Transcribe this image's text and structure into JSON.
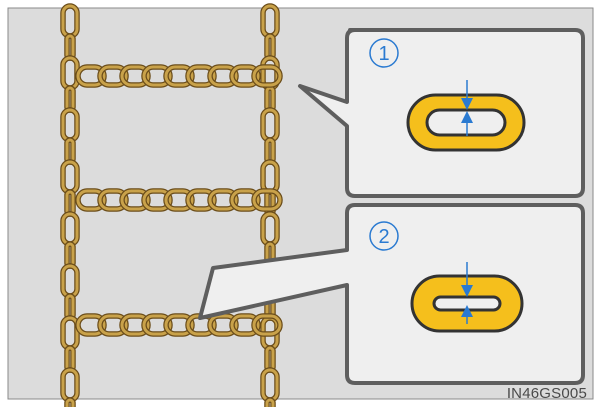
{
  "figure": {
    "code": "IN46GS005",
    "callouts": [
      {
        "number": "1"
      },
      {
        "number": "2"
      }
    ]
  },
  "colors": {
    "background": "#dcdcdc",
    "chain_light": "#c9a24a",
    "chain_dark": "#6b4d1a",
    "callout_fill": "#efefef",
    "callout_border": "#5e5e5e",
    "number_color": "#2a7ad1",
    "link_fill": "#f5bf1c",
    "link_outline": "#333333",
    "arrow_color": "#2a7ad1"
  }
}
